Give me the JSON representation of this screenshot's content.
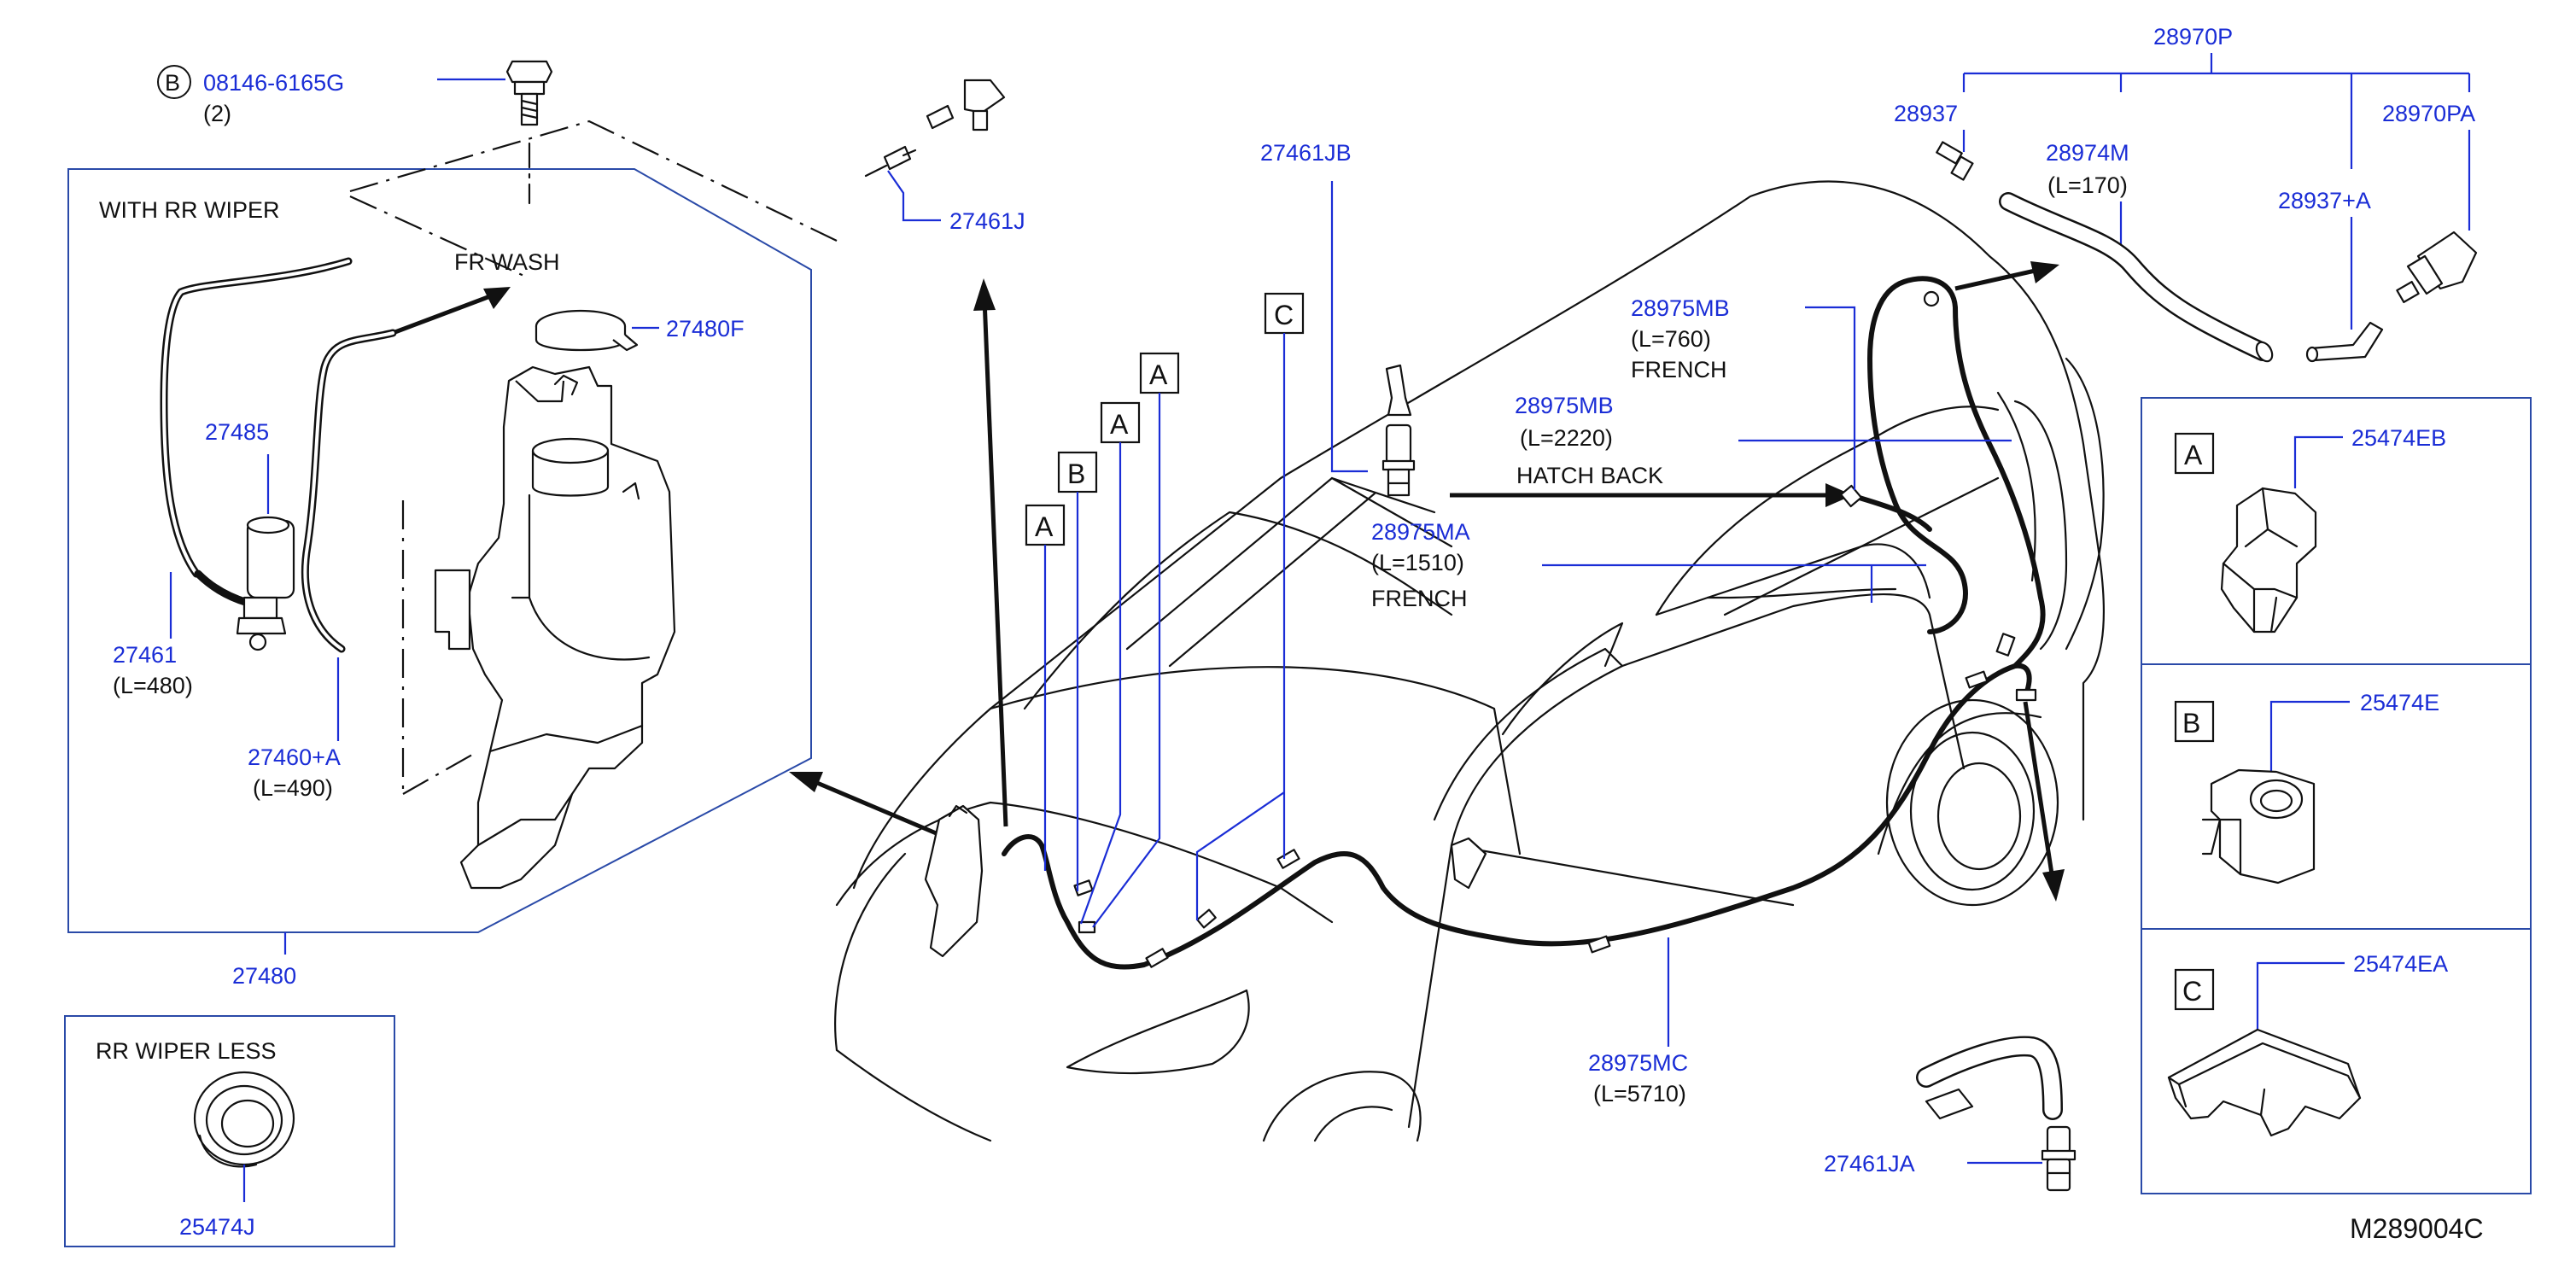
{
  "diagram_code": "M289004C",
  "tank_group": {
    "callout_B_letter": "B",
    "bolt_part": "08146-6165G",
    "bolt_qty": "(2)",
    "with_rr_wiper": "WITH   RR   WIPER",
    "fr_wash": "FR   WASH",
    "cap_part": "27480F",
    "pump_part": "27485",
    "hose_rear_part": "27461",
    "hose_rear_len": "(L=480)",
    "hose_front_part": "27460+A",
    "hose_front_len": "(L=490)",
    "assembly_part": "27480"
  },
  "rr_wiper_less": {
    "title": "RR   WIPER   LESS",
    "grommet_part": "25474J"
  },
  "nozzle_front": {
    "part": "27461J"
  },
  "joint_front": {
    "part": "27461JB"
  },
  "clip_markers": [
    "A",
    "B",
    "A",
    "A",
    "C"
  ],
  "hoses": {
    "mb_upper_part": "28975MB",
    "mb_upper_len": "(L=760)",
    "mb_upper_note": "FRENCH",
    "mb_lower_part": "28975MB",
    "mb_lower_len": "(L=2220)",
    "mb_lower_note": "HATCH   BACK",
    "ma_part": "28975MA",
    "ma_len": "(L=1510)",
    "ma_note": "FRENCH",
    "mc_part": "28975MC",
    "mc_len": "(L=5710)"
  },
  "rear_nozzle": {
    "kit_part": "28970P",
    "check_valve_part": "28937",
    "hose_part": "28974M",
    "hose_len": "(L=170)",
    "valve2_part": "28937+A",
    "nozzle_part": "28970PA"
  },
  "rear_joint": {
    "part": "27461JA"
  },
  "clip_legend": [
    {
      "letter": "A",
      "part": "25474EB"
    },
    {
      "letter": "B",
      "part": "25474E"
    },
    {
      "letter": "C",
      "part": "25474EA"
    }
  ]
}
